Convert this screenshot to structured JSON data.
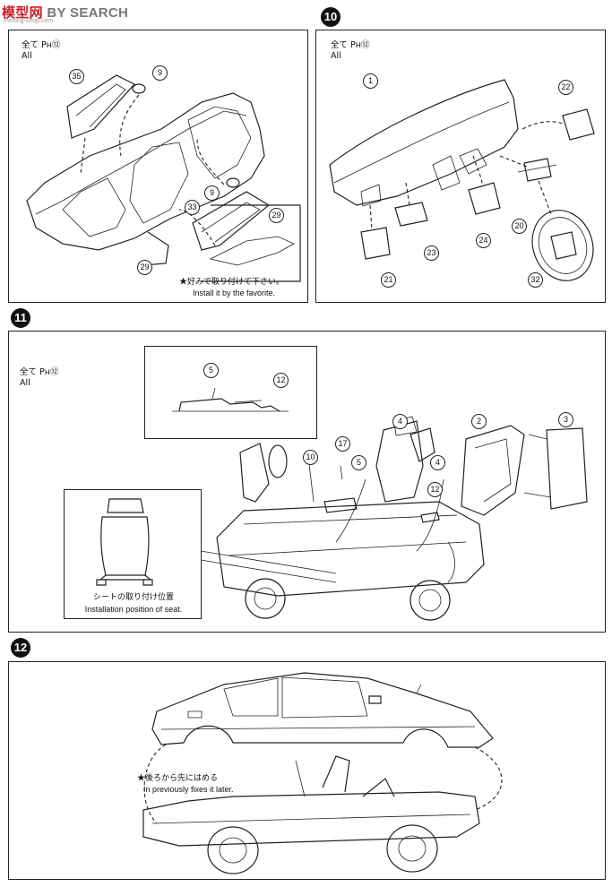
{
  "watermark": {
    "logo_text": "模型网",
    "search": "BY SEARCH",
    "url": "moxing-shop.com"
  },
  "steps": {
    "s9": {
      "label_jp": "全て Pʜ⑫",
      "label_en": "All",
      "parts": [
        "35",
        "9",
        "9",
        "33",
        "29",
        "29"
      ],
      "note_jp": "★好みで取り付けて下さい。",
      "note_en": "Install it by the favorite."
    },
    "s10": {
      "num": "10",
      "label_jp": "全て Pʜ⑫",
      "label_en": "All",
      "parts": [
        "1",
        "22",
        "20",
        "24",
        "23",
        "21",
        "32"
      ]
    },
    "s11": {
      "num": "11",
      "label_jp": "全て Pʜ⑫",
      "label_en": "All",
      "parts": [
        "5",
        "12",
        "4",
        "2",
        "3",
        "10",
        "17",
        "5",
        "4",
        "12"
      ],
      "seat_note_jp": "シートの取り付け位置",
      "seat_note_en": "Installation position of seat."
    },
    "s12": {
      "num": "12",
      "note_jp": "★後ろから先にはめる",
      "note_en": "In previously fixes it later."
    }
  }
}
